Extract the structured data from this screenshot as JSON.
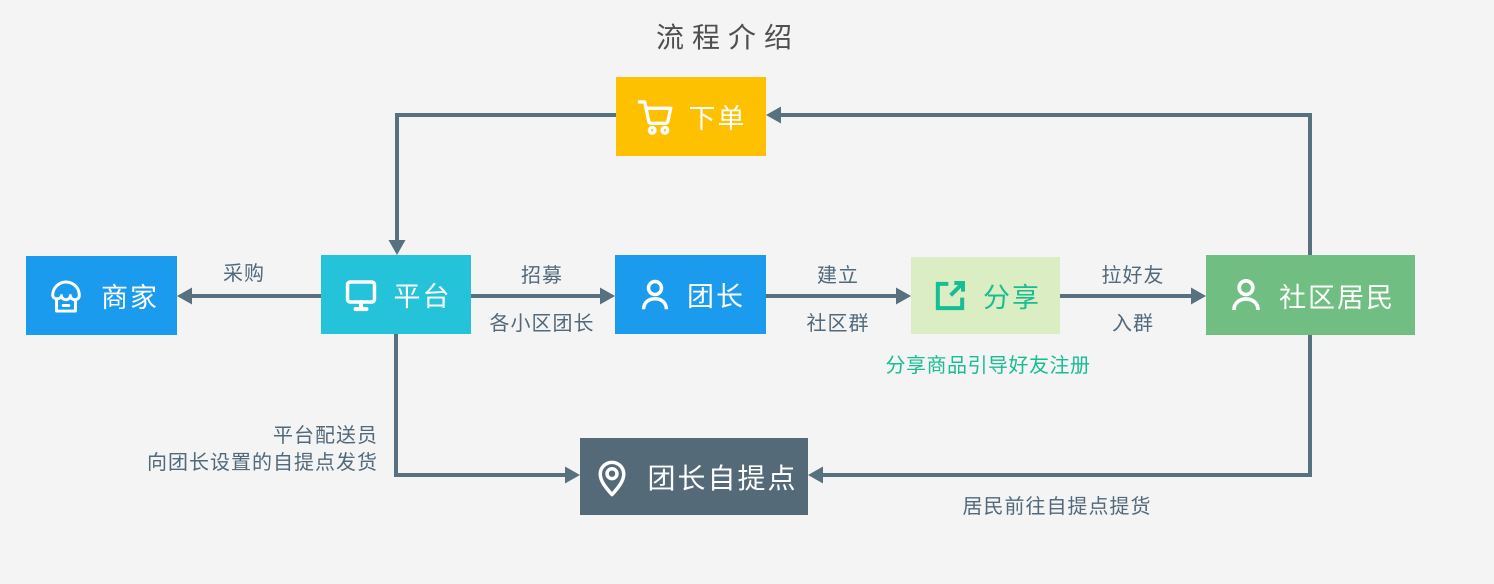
{
  "diagram": {
    "title": "流程介绍",
    "nodes": {
      "order": {
        "label": "下单",
        "icon": "cart-icon",
        "bg": "#fdc101",
        "text_color": "#ffffff"
      },
      "merchant": {
        "label": "商家",
        "icon": "shop-icon",
        "bg": "#1b9bee",
        "text_color": "#ffffff"
      },
      "platform": {
        "label": "平台",
        "icon": "monitor-icon",
        "bg": "#24c3d9",
        "text_color": "#ffffff"
      },
      "leader": {
        "label": "团长",
        "icon": "user-icon",
        "bg": "#1b9bee",
        "text_color": "#ffffff"
      },
      "share": {
        "label": "分享",
        "icon": "share-icon",
        "bg": "#dbedc3",
        "text_color": "#17bd93"
      },
      "residents": {
        "label": "社区居民",
        "icon": "user-icon",
        "bg": "#70be81",
        "text_color": "#ffffff"
      },
      "pickup": {
        "label": "团长自提点",
        "icon": "location-pin-icon",
        "bg": "#546a79",
        "text_color": "#ffffff"
      }
    },
    "edges": {
      "order_to_platform": {
        "label": ""
      },
      "residents_to_order": {
        "label": ""
      },
      "platform_to_merchant": {
        "label": "采购"
      },
      "platform_to_leader": {
        "label_top": "招募",
        "label_bottom": "各小区团长"
      },
      "leader_to_share": {
        "label_top": "建立",
        "label_bottom": "社区群"
      },
      "share_to_residents": {
        "label_top": "拉好友",
        "label_bottom": "入群"
      },
      "platform_to_pickup": {
        "label_line1": "平台配送员",
        "label_line2": "向团长设置的自提点发货"
      },
      "residents_to_pickup": {
        "label": "居民前往自提点提货"
      }
    },
    "notes": {
      "share_note": "分享商品引导好友注册"
    },
    "colors": {
      "background": "#f4f4f5",
      "connector": "#57717f",
      "edge_label_text": "#51697a",
      "title_text": "#4f4f4f",
      "share_note_text": "#17bd93"
    }
  }
}
